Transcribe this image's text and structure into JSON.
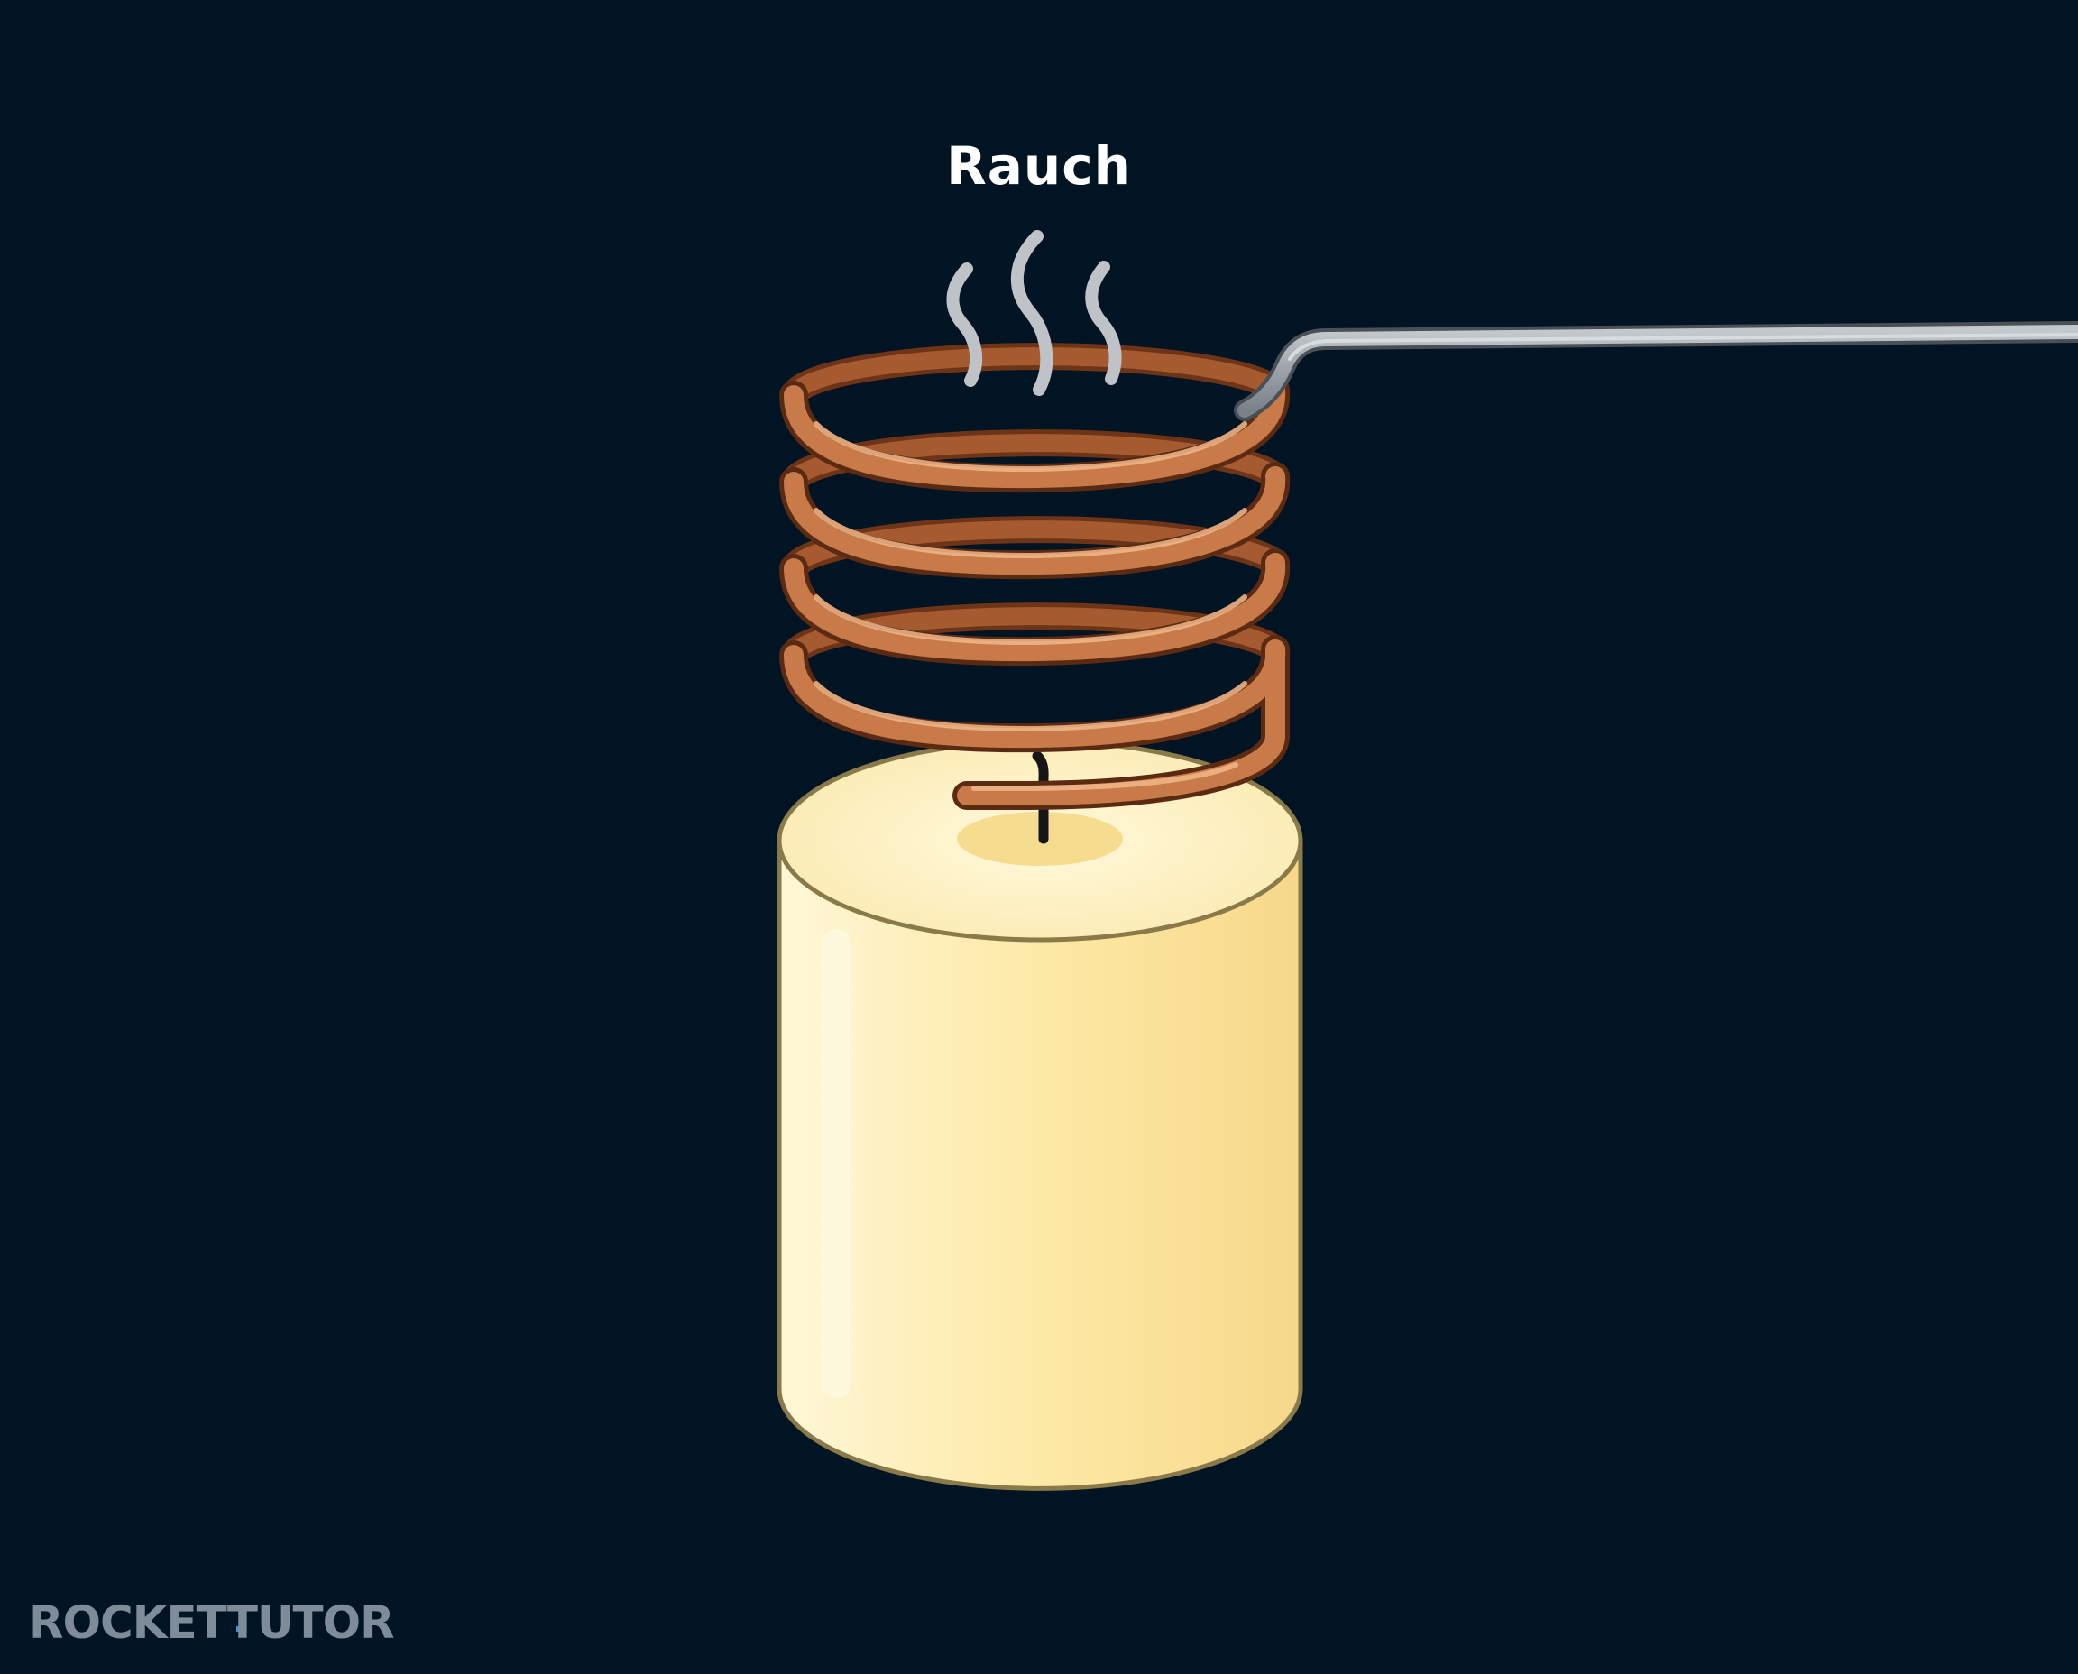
{
  "diagram": {
    "label_smoke": "Rauch"
  },
  "logo": {
    "text": "ROCKETTUTOR"
  },
  "colors": {
    "background": "#011423",
    "copper": "#c87a48",
    "copper_dark": "#6e3418",
    "copper_highlight": "#f2b88c",
    "wax": "#fde9a6",
    "wax_top": "#fff4cc",
    "wax_outline": "#8a7a4a",
    "rod": "#9ba1a8",
    "smoke": "#bfc3c7",
    "logo": "#7e8b99",
    "logo_accent": "#3a8fd6"
  },
  "icons": {
    "smoke": "smoke-wisps",
    "coil": "copper-coil",
    "candle": "candle",
    "rod": "holding-rod"
  }
}
